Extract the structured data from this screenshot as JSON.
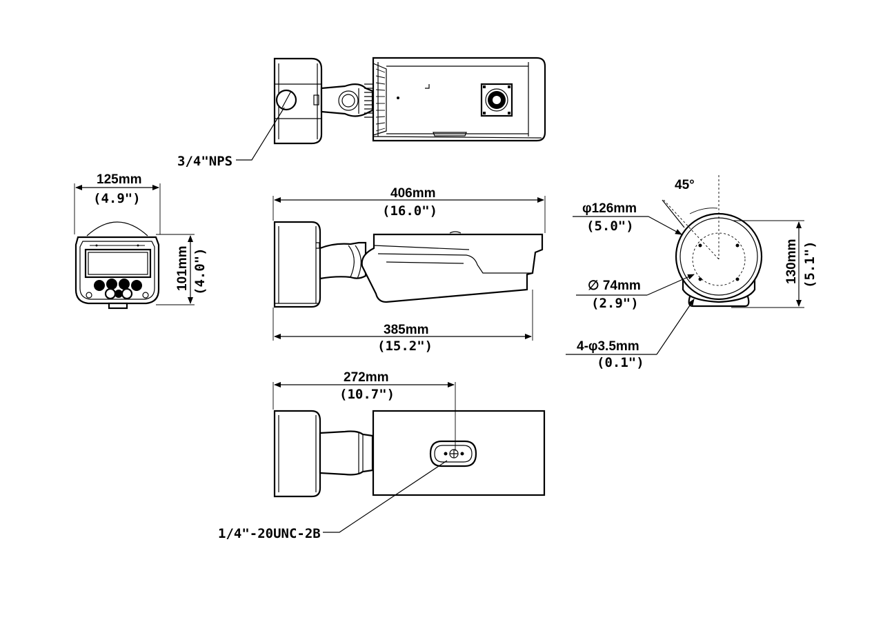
{
  "labels": {
    "top_thread": "3/4\"NPS",
    "front_width_mm": "125mm",
    "front_width_in": "(4.9\")",
    "front_height_mm": "101mm",
    "front_height_in": "(4.0\")",
    "side_length_mm": "406mm",
    "side_length_in": "(16.0\")",
    "side_body_mm": "385mm",
    "side_body_in": "(15.2\")",
    "bottom_mount_mm": "272mm",
    "bottom_mount_in": "(10.7\")",
    "bottom_thread": "1/4\"-20UNC-2B",
    "base_angle": "45°",
    "base_outer_mm": "φ126mm",
    "base_outer_in": "(5.0\")",
    "base_height_mm": "130mm",
    "base_height_in": "(5.1\")",
    "base_inner_mm": "∅ 74mm",
    "base_inner_in": "(2.9\")",
    "base_holes_mm": "4-φ3.5mm",
    "base_holes_in": "(0.1\")"
  }
}
